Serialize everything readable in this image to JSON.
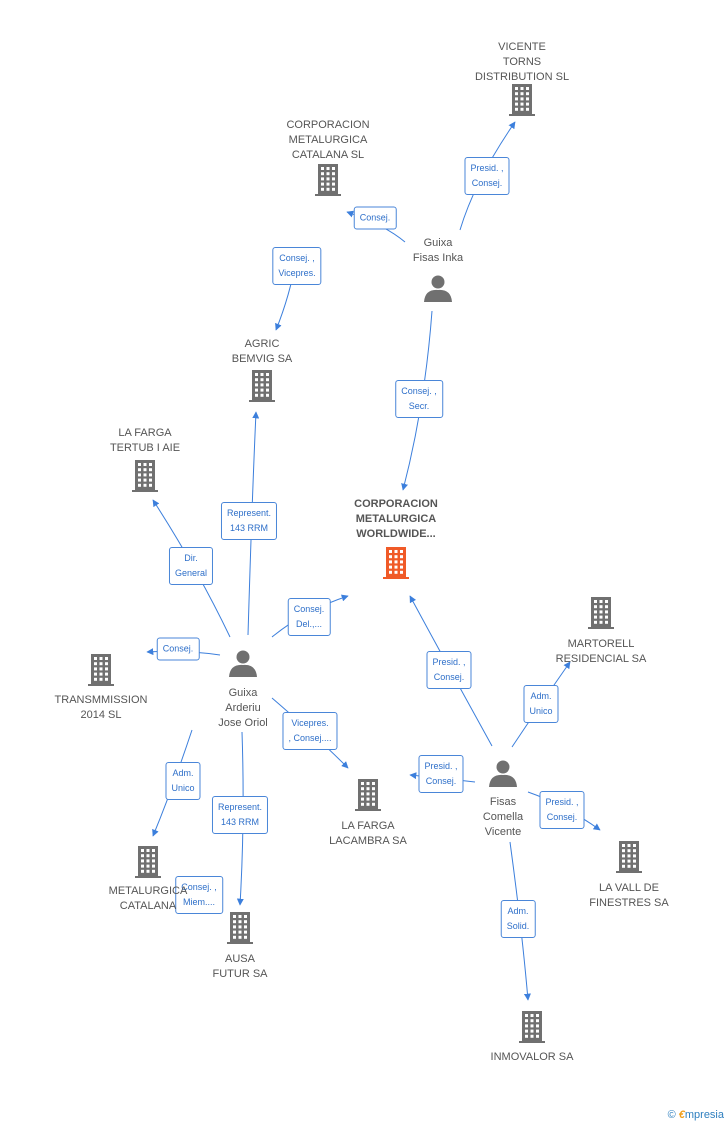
{
  "colors": {
    "company": "#707070",
    "main_company": "#f05a28",
    "person": "#707070",
    "edge": "#3c7fdc"
  },
  "nodes": [
    {
      "id": "vicente_torns",
      "type": "company",
      "label": "VICENTE\nTORNS\nDISTRIBUTION SL"
    },
    {
      "id": "corp_catalana",
      "type": "company",
      "label": "CORPORACION\nMETALURGICA\nCATALANA SL"
    },
    {
      "id": "guixa_inka",
      "type": "person",
      "label": "Guixa\nFisas Inka"
    },
    {
      "id": "agric",
      "type": "company",
      "label": "AGRIC\nBEMVIG SA"
    },
    {
      "id": "la_farga_tertub",
      "type": "company",
      "label": "LA FARGA\nTERTUB I AIE"
    },
    {
      "id": "main",
      "type": "main",
      "label": "CORPORACION\nMETALURGICA\nWORLDWIDE..."
    },
    {
      "id": "martorell",
      "type": "company",
      "label": "MARTORELL\nRESIDENCIAL SA"
    },
    {
      "id": "transmmission",
      "type": "company",
      "label": "TRANSMMISSION\n2014  SL"
    },
    {
      "id": "guixa_oriol",
      "type": "person",
      "label": "Guixa\nArderiu\nJose Oriol"
    },
    {
      "id": "la_farga_lacambra",
      "type": "company",
      "label": "LA FARGA\nLACAMBRA SA"
    },
    {
      "id": "fisas",
      "type": "person",
      "label": "Fisas\nComella\nVicente"
    },
    {
      "id": "metalurgica_catalana",
      "type": "company",
      "label": "METALURGICA\nCATALANA"
    },
    {
      "id": "la_vall",
      "type": "company",
      "label": "LA VALL DE\nFINESTRES SA"
    },
    {
      "id": "ausa",
      "type": "company",
      "label": "AUSA\nFUTUR SA"
    },
    {
      "id": "inmovalor",
      "type": "company",
      "label": "INMOVALOR SA"
    }
  ],
  "edges": [
    {
      "id": "e1",
      "label": "Presid. ,\nConsej."
    },
    {
      "id": "e2",
      "label": "Consej."
    },
    {
      "id": "e3",
      "label": "Consej. ,\nVicepres."
    },
    {
      "id": "e4",
      "label": "Consej. ,\nSecr."
    },
    {
      "id": "e5",
      "label": "Represent.\n143 RRM"
    },
    {
      "id": "e6",
      "label": "Dir.\nGeneral"
    },
    {
      "id": "e7",
      "label": "Consej.\nDel.,..."
    },
    {
      "id": "e8",
      "label": "Consej."
    },
    {
      "id": "e9",
      "label": "Presid. ,\nConsej."
    },
    {
      "id": "e10",
      "label": "Adm.\nUnico"
    },
    {
      "id": "e11",
      "label": "Vicepres.\n, Consej...."
    },
    {
      "id": "e12",
      "label": "Presid. ,\nConsej."
    },
    {
      "id": "e13",
      "label": "Presid. ,\nConsej."
    },
    {
      "id": "e14",
      "label": "Adm.\nUnico"
    },
    {
      "id": "e15",
      "label": "Represent.\n143 RRM"
    },
    {
      "id": "e16",
      "label": "Consej. ,\nMiem...."
    },
    {
      "id": "e17",
      "label": "Adm.\nSolid."
    }
  ],
  "watermark": {
    "copyright": "©",
    "brand_e": "€",
    "brand_rest": "mpresia"
  }
}
